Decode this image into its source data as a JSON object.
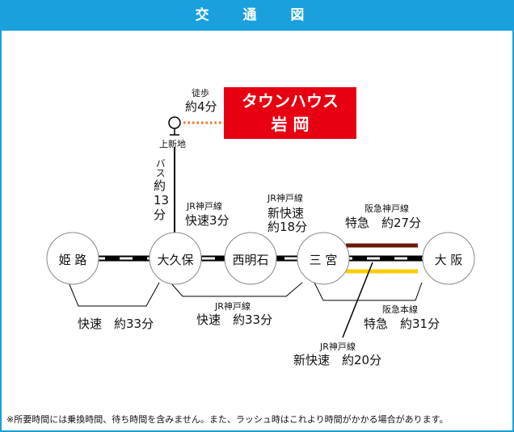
{
  "header": {
    "title": "交 通 図"
  },
  "destination": {
    "line1": "タウンハウス",
    "line2": "岩 岡",
    "color": "#e60012"
  },
  "walk": {
    "label": "徒歩",
    "time": "約4分"
  },
  "bus_stop": {
    "name": "上新地"
  },
  "bus": {
    "label": "バス",
    "time_l1": "約",
    "time_l2": "13",
    "time_l3": "分"
  },
  "stations": [
    "姫 路",
    "大久保",
    "西明石",
    "三 宮",
    "大 阪"
  ],
  "routes": {
    "okubo_nishiakashi": {
      "line": "JR神戸線",
      "service": "快速3分"
    },
    "nishiakashi_sannomiya": {
      "line": "JR神戸線",
      "service": "新快速",
      "time": "約18分"
    },
    "hankyu_kobe": {
      "line": "阪急神戸線",
      "service": "特急　約27分"
    },
    "himeji_okubo": {
      "service": "快速　約33分"
    },
    "okubo_sannomiya": {
      "line": "JR神戸線",
      "service": "快速　約33分"
    },
    "hankyu_main": {
      "line": "阪急本線",
      "service": "特急　約31分"
    },
    "jr_shinkaisoku": {
      "line": "JR神戸線",
      "service": "新快速　約20分"
    }
  },
  "colors": {
    "accent": "#1aa0dc",
    "hankyu_kobe": "#6b1a06",
    "hankyu_main": "#ffcc00",
    "walk": "#f07020"
  },
  "note": "※所要時間には乗換時間、待ち時間を含みません。また、ラッシュ時はこれより時間がかかる場合があります。"
}
